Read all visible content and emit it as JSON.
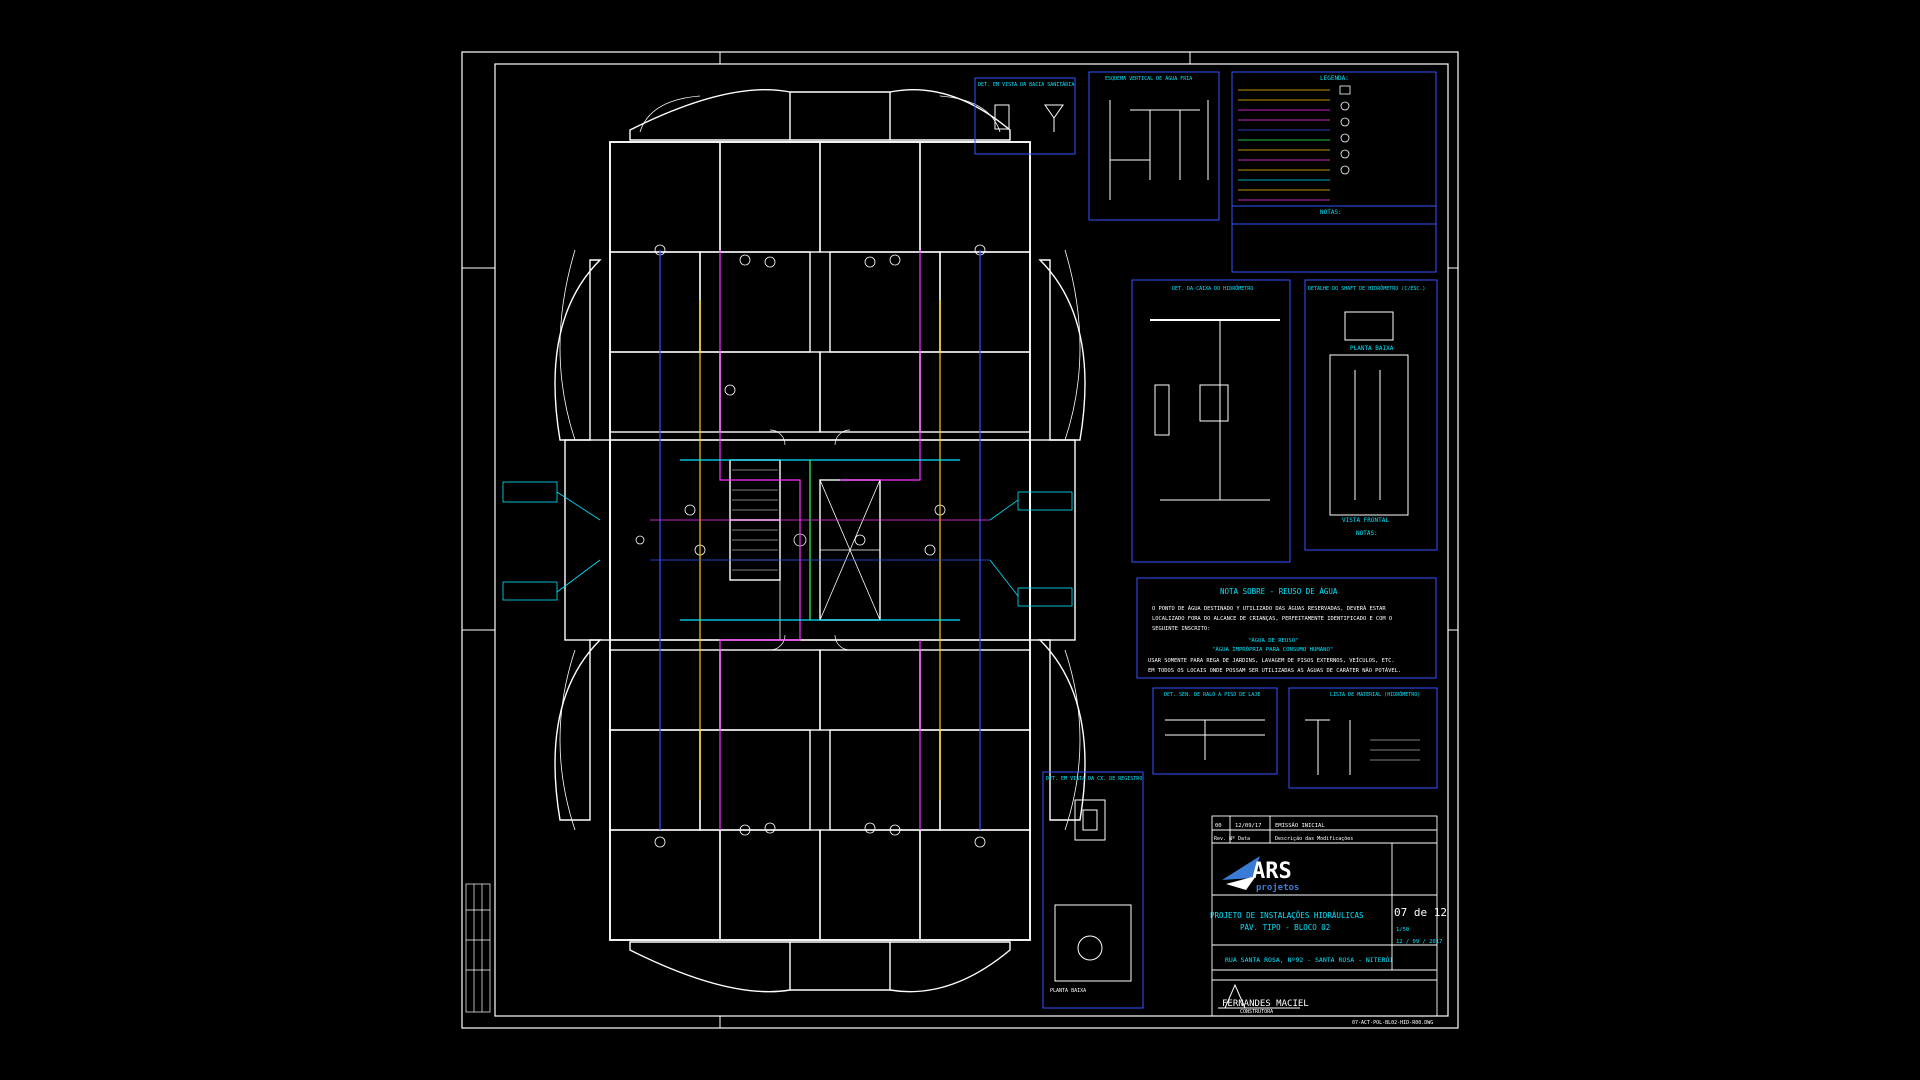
{
  "drawing": {
    "title_line1": "PROJETO DE INSTALAÇÕES HIDRÁULICAS",
    "title_line2": "PAV. TIPO - BLOCO 02",
    "sheet_number": "07 de 12",
    "address": "RUA SANTA ROSA, Nº92 - SANTA ROSA - NITERÓI",
    "revision_row": {
      "rev": "00",
      "date": "12/09/17",
      "description": "EMISSÃO INICIAL"
    },
    "revision_header": {
      "rev": "Rev. Nº",
      "date": "Data",
      "description": "Descrição das Modificações"
    },
    "scale_value": "1/50",
    "date_value": "12 / 09 / 2017",
    "file_name": "07-ACT-POL-BL02-HID-R00.DWG",
    "company": {
      "name": "ARS",
      "sub": "projetos"
    },
    "contractor": {
      "name": "FERNANDES MACIEL",
      "sub": "CONSTRUTORA"
    }
  },
  "panels": {
    "det_bacia": "DET. EM VISTA DA BACIA SANITÁRIA",
    "esquema": "ESQUEMA VERTICAL DE ÁGUA FRIA",
    "legenda": "LEGENDA:",
    "notas": "NOTAS:",
    "det_hidrometro": "DET. DA CAIXA DO HIDRÔMETRO",
    "detalhe_shaft": "DETALHE DO SHAFT DE HIDRÔMETRO (C/ESC.)",
    "planta_baixa": "PLANTA BAIXA",
    "vista_frontal": "VISTA FRONTAL",
    "notas2": "NOTAS:",
    "det_ralo": "DET. SEN. DE RALO A PISO DE LAJE",
    "lista_material": "LISTA DE MATERIAL (HIDRÔMETRO)",
    "det_registro": "DET. EM VISTA DA CX. DE REGISTRO",
    "planta_baixa2": "PLANTA BAIXA"
  },
  "nota_reuso": {
    "title": "NOTA SOBRE - REUSO DE ÁGUA",
    "paragraph": [
      "O PONTO DE ÁGUA DESTINADO Y UTILIZADO DAS ÁGUAS RESERVADAS, DEVERÁ ESTAR",
      "LOCALIZADO FORA DO ALCANCE DE CRIANÇAS, PERFEITAMENTE IDENTIFICADO E COM O",
      "SEGUINTE INSCRITO:"
    ],
    "quote1": "\"ÁGUA DE REUSO\"",
    "quote2": "\"ÁGUA IMPRÓPRIA PARA CONSUMO HUMANO\"",
    "usage": [
      "USAR SOMENTE PARA REGA DE JARDINS, LAVAGEM DE PISOS EXTERNOS, VEÍCULOS, ETC.",
      "EM TODOS OS LOCAIS ONDE POSSAM SER UTILIZADAS AS ÁGUAS DE CARÁTER NÃO POTÁVEL."
    ]
  },
  "colors": {
    "background": "#000000",
    "line": "#ffffff",
    "accent": "#00e5ff",
    "pipe_magenta": "#ff33ff",
    "pipe_yellow": "#ffcc00",
    "pipe_blue": "#3355ff",
    "pipe_green": "#33ff66"
  }
}
